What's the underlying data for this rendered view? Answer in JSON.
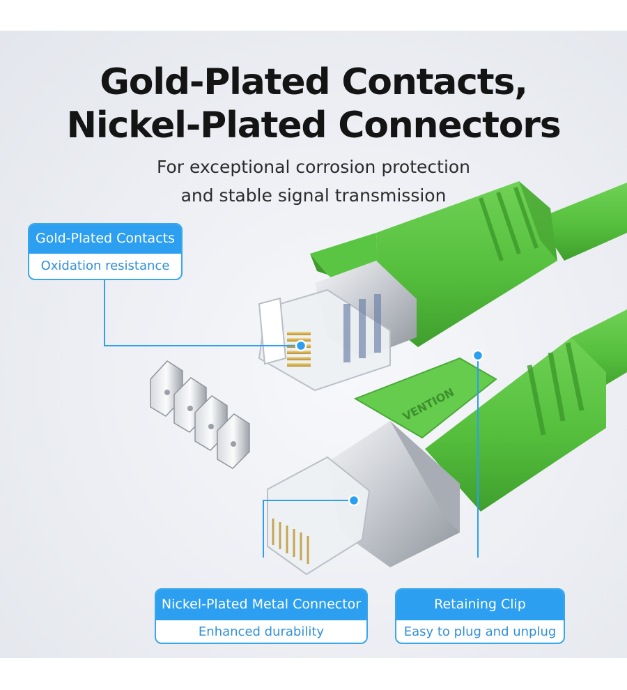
{
  "title": {
    "line1": "Gold-Plated Contacts,",
    "line2": "Nickel-Plated Connectors"
  },
  "subtitle": {
    "line1": "For exceptional corrosion protection",
    "line2": "and stable signal transmission"
  },
  "callouts": {
    "gold": {
      "heading": "Gold-Plated Contacts",
      "detail": "Oxidation resistance"
    },
    "nickel": {
      "heading": "Nickel-Plated Metal Connector",
      "detail": "Enhanced durability"
    },
    "clip": {
      "heading": "Retaining Clip",
      "detail": "Easy to plug and unplug"
    }
  },
  "product": {
    "boot_label": "VENTION",
    "cable_color": "#5cc444",
    "accent_color": "#2d9ff0"
  }
}
